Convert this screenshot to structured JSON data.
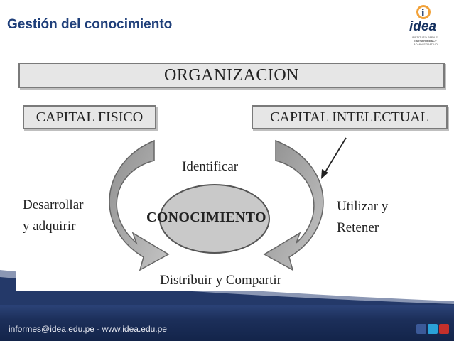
{
  "header": {
    "title": "Gestión del conocimiento",
    "logo_text": "idea",
    "logo_sub_line1": "INSTITUTO PARA EL DESARROLLO",
    "logo_sub_line2": "EMPRESARIAL Y ADMINISTRATIVO"
  },
  "diagram": {
    "top_box": "ORGANIZACION",
    "left_box": "CAPITAL FISICO",
    "right_box": "CAPITAL INTELECTUAL",
    "center": "CONOCIMIENTO",
    "top_label": "Identificar",
    "left_label_line1": "Desarrollar",
    "left_label_line2": "y adquirir",
    "right_label_line1": "Utilizar y",
    "right_label_line2": "Retener",
    "bottom_label": "Distribuir y Compartir"
  },
  "footer": {
    "contact": "informes@idea.edu.pe  -  www.idea.edu.pe",
    "social": [
      "facebook-icon",
      "twitter-icon",
      "youtube-icon"
    ]
  },
  "colors": {
    "title": "#1f3f7a",
    "footer": "#1c2f5a",
    "arrow_fill": "#a8a8a8",
    "ellipse_fill": "#c9c9c9"
  }
}
